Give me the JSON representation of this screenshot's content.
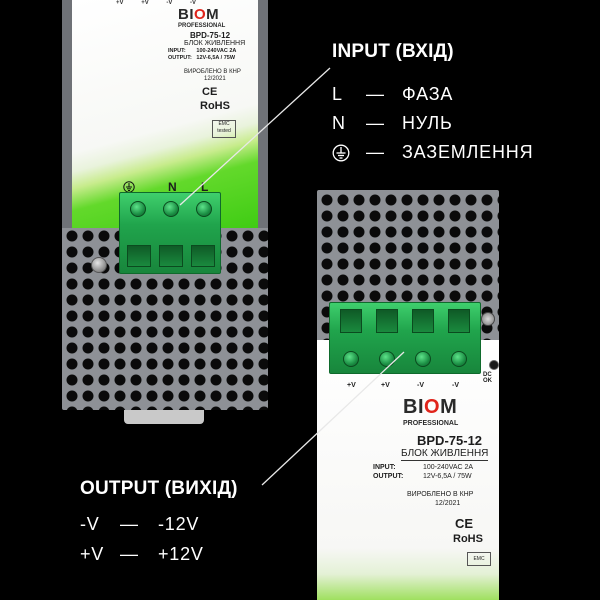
{
  "top_unit": {
    "brand": {
      "prefix": "BI",
      "o": "O",
      "suffix": "M",
      "sub": "PROFESSIONAL"
    },
    "model": "BPD-75-12",
    "product": "БЛОК ЖИВЛЕННЯ",
    "input_spec": "INPUT:       100-240VAC 2A",
    "output_spec": "OUTPUT:   12V-6,5A / 75W",
    "made_in": "ВИРОБЛЕНО В КНР",
    "date": "12/2021",
    "ce": "CE",
    "rohs": "RoHS",
    "emc": "EMC tested",
    "terminal_labels": [
      "N",
      "L"
    ],
    "top_strip_labels": [
      "+V",
      "+V",
      "-V",
      "-V"
    ]
  },
  "bottom_unit": {
    "brand": {
      "prefix": "BI",
      "o": "O",
      "suffix": "M",
      "sub": "PROFESSIONAL"
    },
    "model": "BPD-75-12",
    "product": "БЛОК ЖИВЛЕННЯ",
    "input_label": "INPUT:",
    "input_value": "100-240VAC 2A",
    "output_label": "OUTPUT:",
    "output_value": "12V-6,5A / 75W",
    "made_in": "ВИРОБЛЕНО В КНР",
    "date": "12/2021",
    "ce": "CE",
    "rohs": "RoHS",
    "emc": "EMC",
    "terminal_labels": [
      "+V",
      "+V",
      "-V",
      "-V"
    ],
    "dc_ok": "DC OK"
  },
  "input_info": {
    "heading": "INPUT (ВХІД)",
    "rows": [
      {
        "left": "L",
        "dash": "—",
        "right": "ФАЗА"
      },
      {
        "left": "N",
        "dash": "—",
        "right": "НУЛЬ"
      },
      {
        "icon": "ground-symbol-icon",
        "dash": "—",
        "right": "ЗАЗЕМЛЕННЯ"
      }
    ]
  },
  "output_info": {
    "heading": "OUTPUT (ВИХІД)",
    "rows": [
      {
        "left": "-V",
        "dash": "—",
        "right": "-12V"
      },
      {
        "left": "+V",
        "dash": "—",
        "right": "+12V"
      }
    ]
  },
  "colors": {
    "background": "#000000",
    "housing": "#8e9196",
    "terminal_green": "#20a44c",
    "label_green": "#3fcc14",
    "logo_red": "#e0241b",
    "text_white": "#ffffff"
  }
}
